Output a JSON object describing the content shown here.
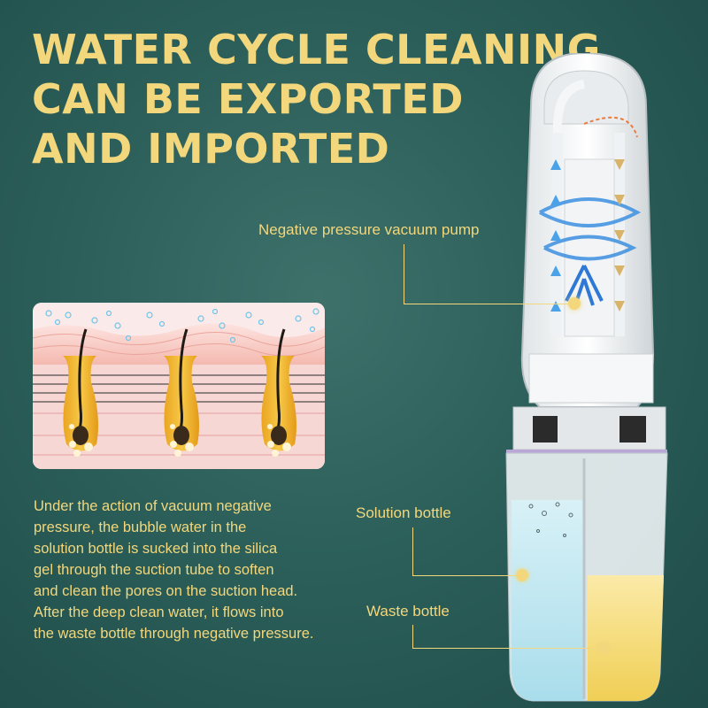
{
  "headline": {
    "line1": "WATER CYCLE CLEANING",
    "line2": "CAN BE EXPORTED",
    "line3": "AND IMPORTED"
  },
  "callouts": {
    "pump": "Negative pressure vacuum pump",
    "solution": "Solution bottle",
    "waste": "Waste bottle"
  },
  "description": {
    "line1": "Under the action of vacuum negative",
    "line2": "pressure, the bubble water in the",
    "line3": "solution bottle is sucked into the silica",
    "line4": "gel through the suction tube to soften",
    "line5": "and clean the pores on the suction head.",
    "line6": "After the deep clean water, it flows into",
    "line7": "the waste bottle through negative pressure."
  },
  "colors": {
    "background": "#2c5f5a",
    "accent": "#f2d77c",
    "solution_liquid": "#bfe7f1",
    "waste_liquid": "#f3dc7a"
  }
}
